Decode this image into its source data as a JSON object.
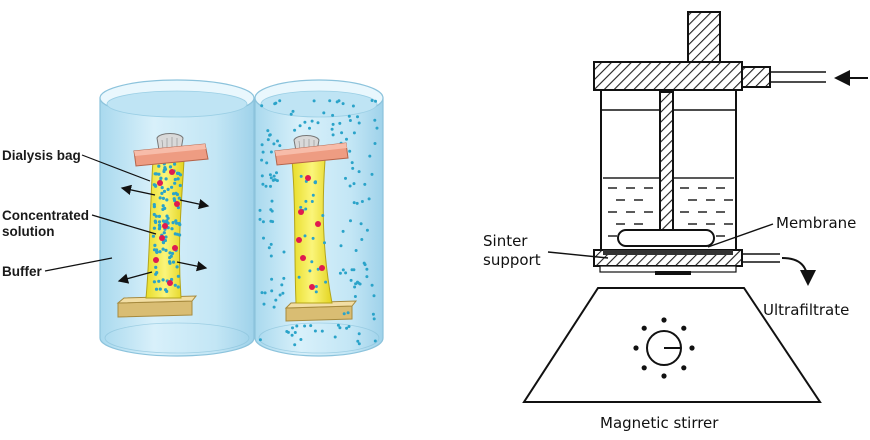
{
  "dialysis": {
    "labels": {
      "bag": "Dialysis bag",
      "solution_line1": "Concentrated",
      "solution_line2": "solution",
      "buffer": "Buffer"
    }
  },
  "ultrafiltration": {
    "labels": {
      "membrane": "Membrane",
      "sinter_line1": "Sinter",
      "sinter_line2": "support",
      "ultrafiltrate": "Ultrafiltrate",
      "stirrer": "Magnetic stirrer"
    }
  },
  "colors": {
    "water": "#c9e9f6",
    "bag_yellow": "#f4ea3c",
    "clamp": "#ec9a80",
    "base": "#ecd49a",
    "large_molecule": "#e01a4f",
    "small_molecule": "#2aa3c9"
  }
}
